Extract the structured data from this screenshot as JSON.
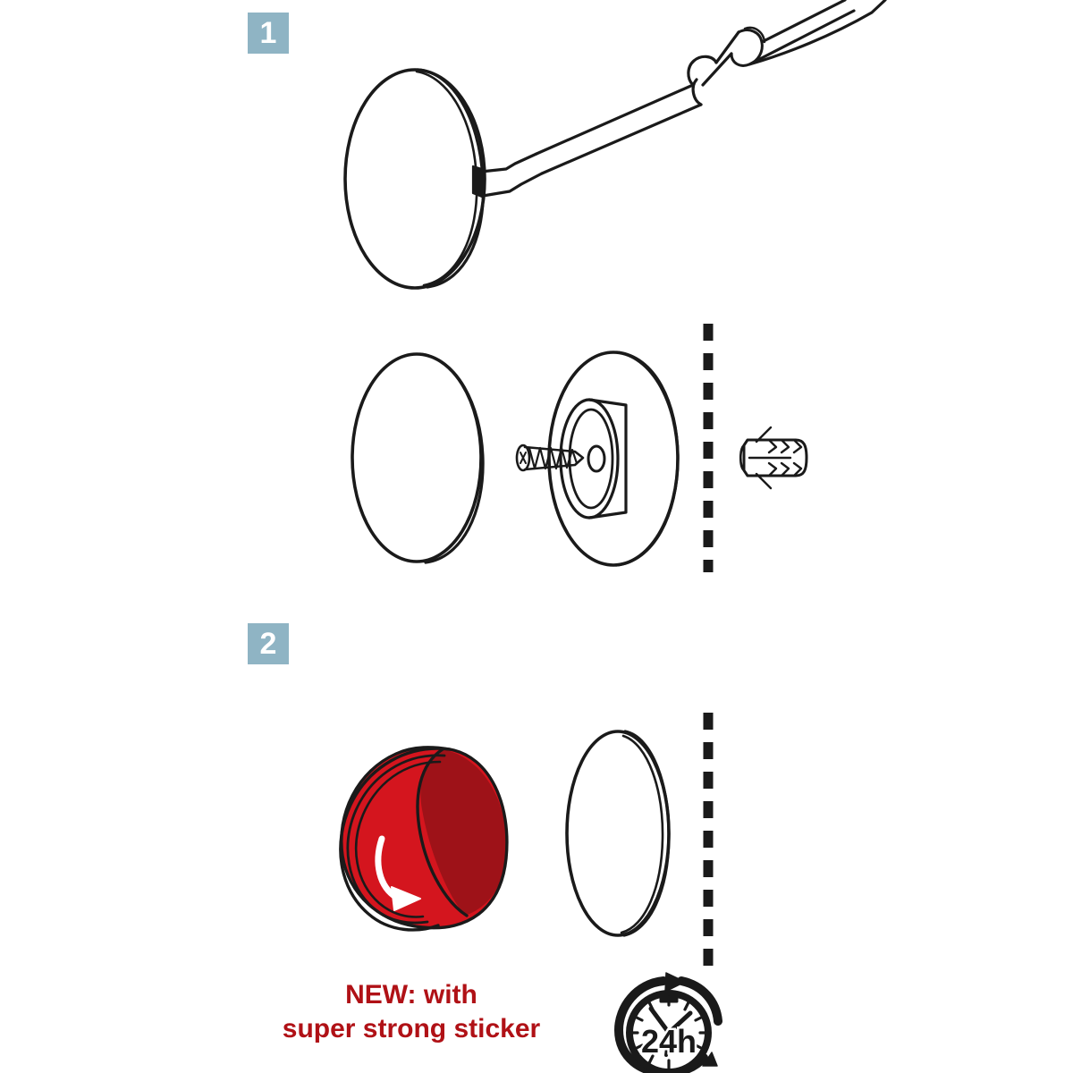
{
  "document": {
    "type": "assembly-instruction-diagram",
    "title": "Cover cap mounting instructions",
    "background_color": "#ffffff",
    "line_color": "#1a1a1a",
    "steps_count": 2
  },
  "palette": {
    "badge_background": "#8fb4c4",
    "badge_text": "#ffffff",
    "outline": "#1a1a1a",
    "sticker_red_light": "#d4151e",
    "sticker_red_dark": "#9e1218",
    "promo_text": "#b01116",
    "arrow_white": "#ffffff"
  },
  "steps": [
    {
      "number": "1",
      "badge_label": "1",
      "objects": [
        {
          "name": "cover-cap-disc",
          "label": "cover cap"
        },
        {
          "name": "flathead-screwdriver",
          "label": "flathead screwdriver"
        },
        {
          "name": "pry-notch",
          "label": "pry notch"
        },
        {
          "name": "cover-cap-disc-detached",
          "label": "cover cap removed"
        },
        {
          "name": "rosette-wall-plate",
          "label": "rosette wall plate"
        },
        {
          "name": "mounting-screw",
          "label": "mounting screw"
        },
        {
          "name": "wall-plug-anchor",
          "label": "wall plug"
        },
        {
          "name": "wall-line",
          "label": "wall"
        }
      ]
    },
    {
      "number": "2",
      "badge_label": "2",
      "objects": [
        {
          "name": "cover-cap-with-sticker",
          "label": "cover cap with adhesive sticker"
        },
        {
          "name": "rotation-arrow",
          "label": "peel / twist arrow"
        },
        {
          "name": "cover-cap-disc-mounted",
          "label": "cover cap pressed on"
        },
        {
          "name": "wall-line",
          "label": "wall"
        },
        {
          "name": "cure-time-icon",
          "label": "24 h curing time"
        }
      ]
    }
  ],
  "promo": {
    "line1": "NEW: with",
    "line2": "super strong sticker"
  },
  "cure_time": {
    "value": "24",
    "unit": "h",
    "combined": "24h"
  }
}
